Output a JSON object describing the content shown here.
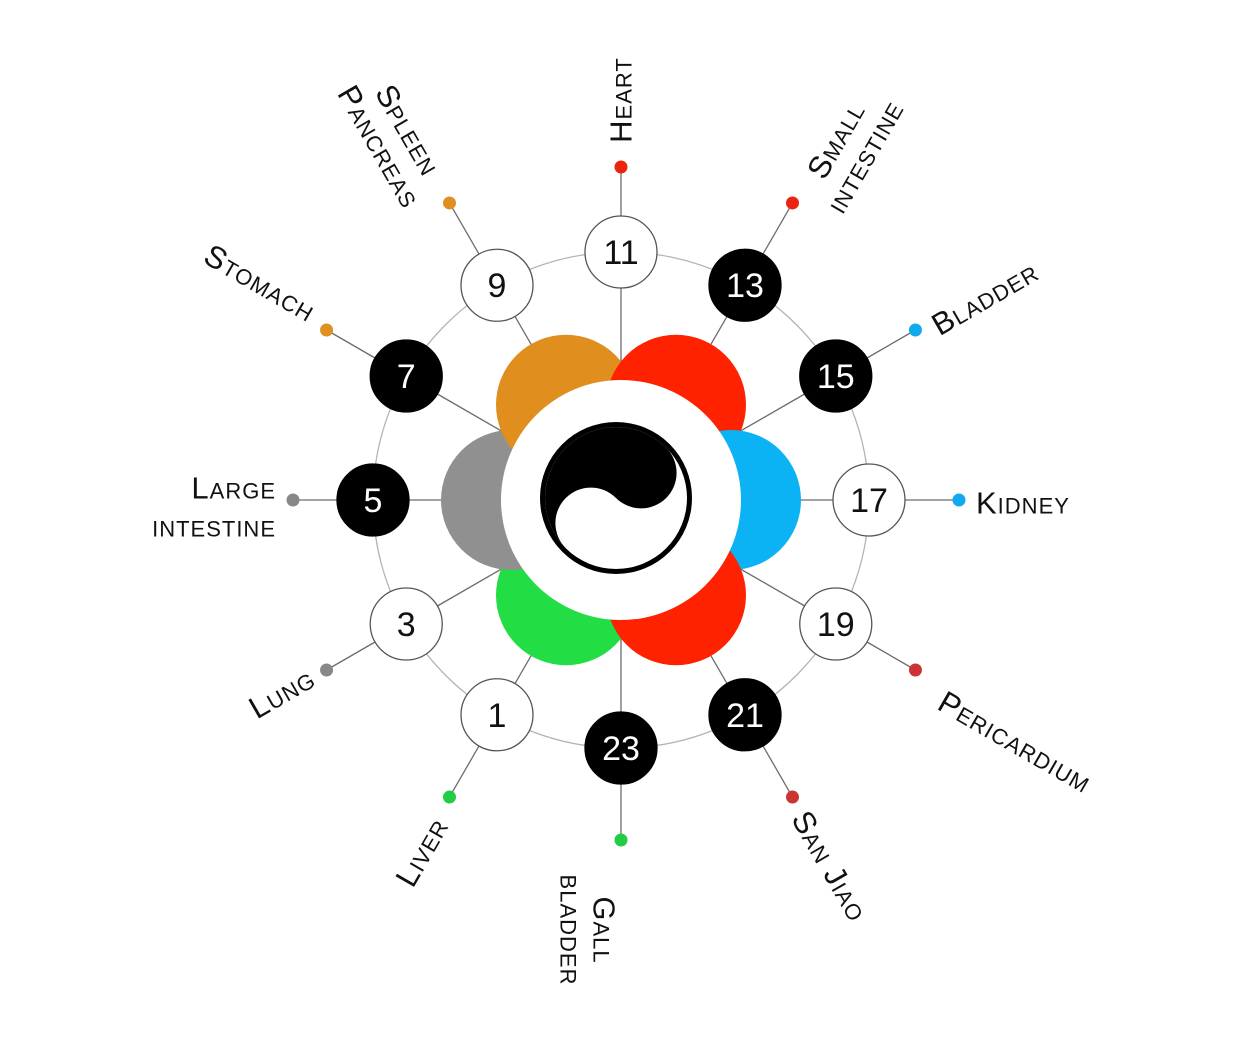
{
  "nodes": [
    {
      "number": "1",
      "style": "light",
      "organ": [
        "Liver"
      ],
      "dot_color": "#22cc44"
    },
    {
      "number": "3",
      "style": "light",
      "organ": [
        "Lung"
      ],
      "dot_color": "#888888"
    },
    {
      "number": "5",
      "style": "dark",
      "organ": [
        "Large",
        "intestine"
      ],
      "dot_color": "#888888"
    },
    {
      "number": "7",
      "style": "dark",
      "organ": [
        "Stomach"
      ],
      "dot_color": "#e09020"
    },
    {
      "number": "9",
      "style": "light",
      "organ": [
        "Spleen",
        "Pancreas"
      ],
      "dot_color": "#e09020"
    },
    {
      "number": "11",
      "style": "light",
      "organ": [
        "Heart"
      ],
      "dot_color": "#ee2211"
    },
    {
      "number": "13",
      "style": "dark",
      "organ": [
        "Small",
        "intestine"
      ],
      "dot_color": "#ee2211"
    },
    {
      "number": "15",
      "style": "dark",
      "organ": [
        "Bladder"
      ],
      "dot_color": "#11aaee"
    },
    {
      "number": "17",
      "style": "light",
      "organ": [
        "Kidney"
      ],
      "dot_color": "#11aaee"
    },
    {
      "number": "19",
      "style": "light",
      "organ": [
        "Pericardium"
      ],
      "dot_color": "#cc3333"
    },
    {
      "number": "21",
      "style": "dark",
      "organ": [
        "San Jiao"
      ],
      "dot_color": "#cc3333"
    },
    {
      "number": "23",
      "style": "dark",
      "organ": [
        "Gall",
        "bladder"
      ],
      "dot_color": "#22cc44"
    }
  ],
  "petals": [
    {
      "element": "wood",
      "color": "#22dd44"
    },
    {
      "element": "metal",
      "color": "#909090"
    },
    {
      "element": "earth",
      "color": "#e08e1e"
    },
    {
      "element": "fire",
      "color": "#ff2200"
    },
    {
      "element": "water",
      "color": "#0bb3f5"
    },
    {
      "element": "fire-minister",
      "color": "#ff2200"
    }
  ],
  "center_symbol": "yin-yang-icon"
}
